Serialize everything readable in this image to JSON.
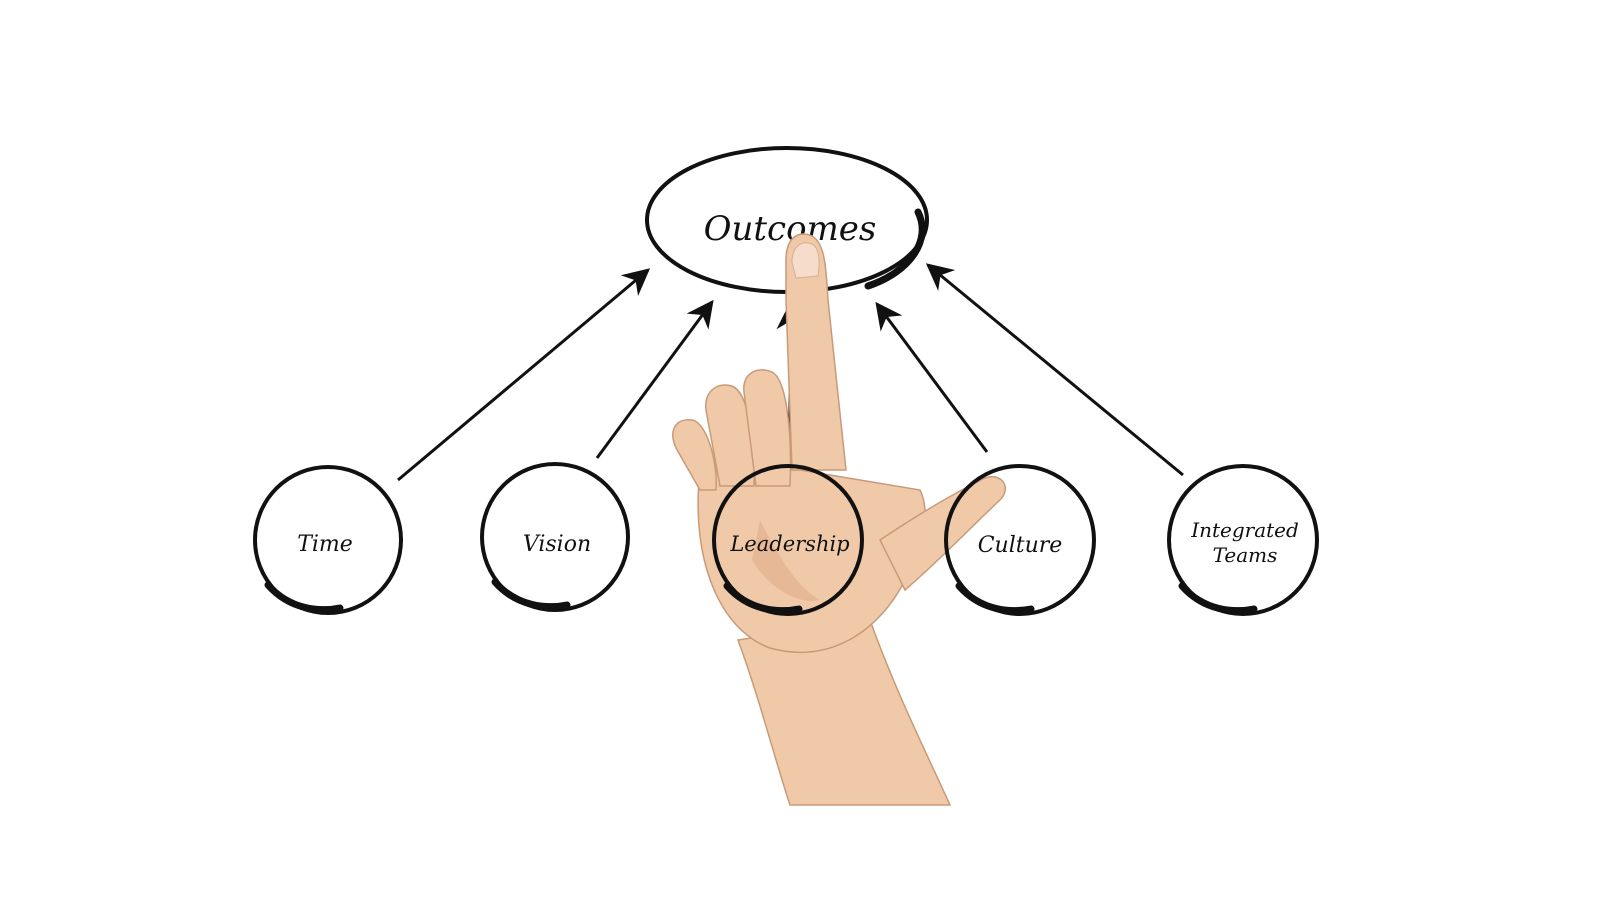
{
  "diagram": {
    "center": {
      "label": "Outcomes"
    },
    "nodes": [
      {
        "id": "time",
        "label_lines": [
          "Time"
        ]
      },
      {
        "id": "vision",
        "label_lines": [
          "Vision"
        ]
      },
      {
        "id": "leadership",
        "label_lines": [
          "Leadership"
        ]
      },
      {
        "id": "culture",
        "label_lines": [
          "Culture"
        ]
      },
      {
        "id": "integrated-teams",
        "label_lines": [
          "Integrated",
          "Teams"
        ]
      }
    ],
    "edges": [
      {
        "from": "time",
        "to": "outcomes"
      },
      {
        "from": "vision",
        "to": "outcomes"
      },
      {
        "from": "leadership",
        "to": "outcomes"
      },
      {
        "from": "culture",
        "to": "outcomes"
      },
      {
        "from": "integrated-teams",
        "to": "outcomes"
      }
    ]
  },
  "colors": {
    "background": "#ffffff",
    "ink": "#111111",
    "skin": "#efc9a8"
  }
}
